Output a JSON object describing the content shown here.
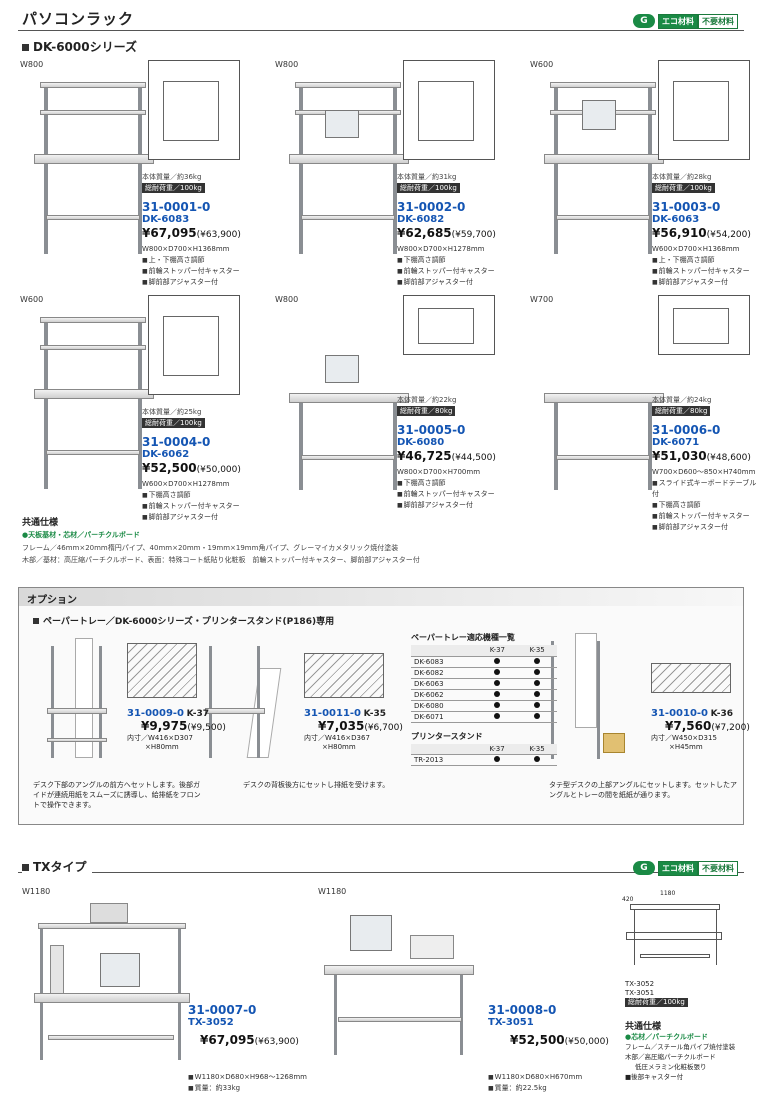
{
  "header": {
    "title": "パソコンラック",
    "eco_badge": "エコ材料",
    "unneeded_badge": "不要材料",
    "g_mark": "G"
  },
  "dk_series": {
    "heading": "DK-6000シリーズ",
    "products": [
      {
        "width": "W800",
        "mass": "本体質量／約36kg",
        "load": "総耐荷重／100kg",
        "code": "31-0001-0",
        "model": "DK-6083",
        "price": "¥67,095",
        "price_ex": "(¥63,900)",
        "size": "W800×D700×H1368mm",
        "features": [
          "上・下棚高さ調節",
          "前輪ストッパー付キャスター",
          "脚前部アジャスター付"
        ]
      },
      {
        "width": "W800",
        "mass": "本体質量／約31kg",
        "load": "総耐荷重／100kg",
        "code": "31-0002-0",
        "model": "DK-6082",
        "price": "¥62,685",
        "price_ex": "(¥59,700)",
        "size": "W800×D700×H1278mm",
        "features": [
          "下棚高さ調節",
          "前輪ストッパー付キャスター",
          "脚前部アジャスター付"
        ]
      },
      {
        "width": "W600",
        "mass": "本体質量／約28kg",
        "load": "総耐荷重／100kg",
        "code": "31-0003-0",
        "model": "DK-6063",
        "price": "¥56,910",
        "price_ex": "(¥54,200)",
        "size": "W600×D700×H1368mm",
        "features": [
          "上・下棚高さ調節",
          "前輪ストッパー付キャスター",
          "脚前部アジャスター付"
        ]
      },
      {
        "width": "W600",
        "mass": "本体質量／約25kg",
        "load": "総耐荷重／100kg",
        "code": "31-0004-0",
        "model": "DK-6062",
        "price": "¥52,500",
        "price_ex": "(¥50,000)",
        "size": "W600×D700×H1278mm",
        "features": [
          "下棚高さ調節",
          "前輪ストッパー付キャスター",
          "脚前部アジャスター付"
        ]
      },
      {
        "width": "W800",
        "mass": "本体質量／約22kg",
        "load": "総耐荷重／80kg",
        "code": "31-0005-0",
        "model": "DK-6080",
        "price": "¥46,725",
        "price_ex": "(¥44,500)",
        "size": "W800×D700×H700mm",
        "features": [
          "下棚高さ調節",
          "前輪ストッパー付キャスター",
          "脚前部アジャスター付"
        ]
      },
      {
        "width": "W700",
        "mass": "本体質量／約24kg",
        "load": "総耐荷重／80kg",
        "code": "31-0006-0",
        "model": "DK-6071",
        "price": "¥51,030",
        "price_ex": "(¥48,600)",
        "size": "W700×D600～850×H740mm",
        "features": [
          "スライド式キーボードテーブル付",
          "下棚高さ調節",
          "前輪ストッパー付キャスター",
          "脚前部アジャスター付"
        ]
      }
    ]
  },
  "common_spec": {
    "heading": "共通仕様",
    "material_line": "●天板基材・芯材／パーチクルボード",
    "line1": "フレーム／46mm×20mm楕円パイプ、40mm×20mm・19mm×19mm角パイプ、グレーマイカメタリック焼付塗装",
    "line2": "木部／基材：高圧縮パーチクルボード、表面：特殊コート紙貼り化粧板　前輪ストッパー付キャスター、脚前部アジャスター付"
  },
  "options": {
    "heading": "オプション",
    "subheading": "ペーパートレー／DK-6000シリーズ・プリンタースタンド(P186)専用",
    "items": [
      {
        "code": "31-0009-0",
        "model": "K-37",
        "price": "¥9,975",
        "price_ex": "(¥9,500)",
        "size1": "内寸／W416×D307",
        "size2": "×H80mm",
        "desc": "デスク下部のアングルの前方へセットします。後部ガイドが連続用紙をスムーズに誘導し、給排紙をフロントで操作できます。"
      },
      {
        "code": "31-0011-0",
        "model": "K-35",
        "price": "¥7,035",
        "price_ex": "(¥6,700)",
        "size1": "内寸／W416×D367",
        "size2": "×H80mm",
        "desc": "デスクの背板後方にセットし排紙を受けます。"
      },
      {
        "code": "31-0010-0",
        "model": "K-36",
        "price": "¥7,560",
        "price_ex": "(¥7,200)",
        "size1": "内寸／W450×D315",
        "size2": "×H45mm",
        "desc": "タテ型デスクの上部アングルにセットします。セットしたアングルとトレーの間を紙紙が通ります。"
      }
    ],
    "compat_table": {
      "title": "ペーパートレー適応機種一覧",
      "headers": [
        "",
        "K-37",
        "K-35"
      ],
      "rows": [
        "DK-6083",
        "DK-6082",
        "DK-6063",
        "DK-6062",
        "DK-6080",
        "DK-6071"
      ]
    },
    "printer_table": {
      "title": "プリンタースタンド",
      "headers": [
        "",
        "K-37",
        "K-35"
      ],
      "rows": [
        "TR-2013"
      ]
    }
  },
  "tx": {
    "heading": "TXタイプ",
    "products": [
      {
        "width": "W1180",
        "code": "31-0007-0",
        "model": "TX-3052",
        "price": "¥67,095",
        "price_ex": "(¥63,900)",
        "size": "W1180×D680×H968～1268mm",
        "mass": "質量：約33kg"
      },
      {
        "width": "W1180",
        "code": "31-0008-0",
        "model": "TX-3051",
        "price": "¥52,500",
        "price_ex": "(¥50,000)",
        "size": "W1180×D680×H670mm",
        "mass": "質量：約22.5kg"
      }
    ],
    "diagram_models": [
      "TX-3052",
      "TX-3051"
    ],
    "load": "総耐荷重／100kg",
    "dim_1180": "1180",
    "dim_420": "420",
    "common": {
      "heading": "共通仕様",
      "material": "●芯材／パーチクルボード",
      "l1": "フレーム／スチール角パイプ焼付塗装",
      "l2": "木部／高圧縮パーチクルボード",
      "l3": "低圧メラミン化粧板張り",
      "l4": "■後部キャスター付"
    }
  },
  "colors": {
    "accent": "#1455b3",
    "eco": "#1a8a45"
  }
}
